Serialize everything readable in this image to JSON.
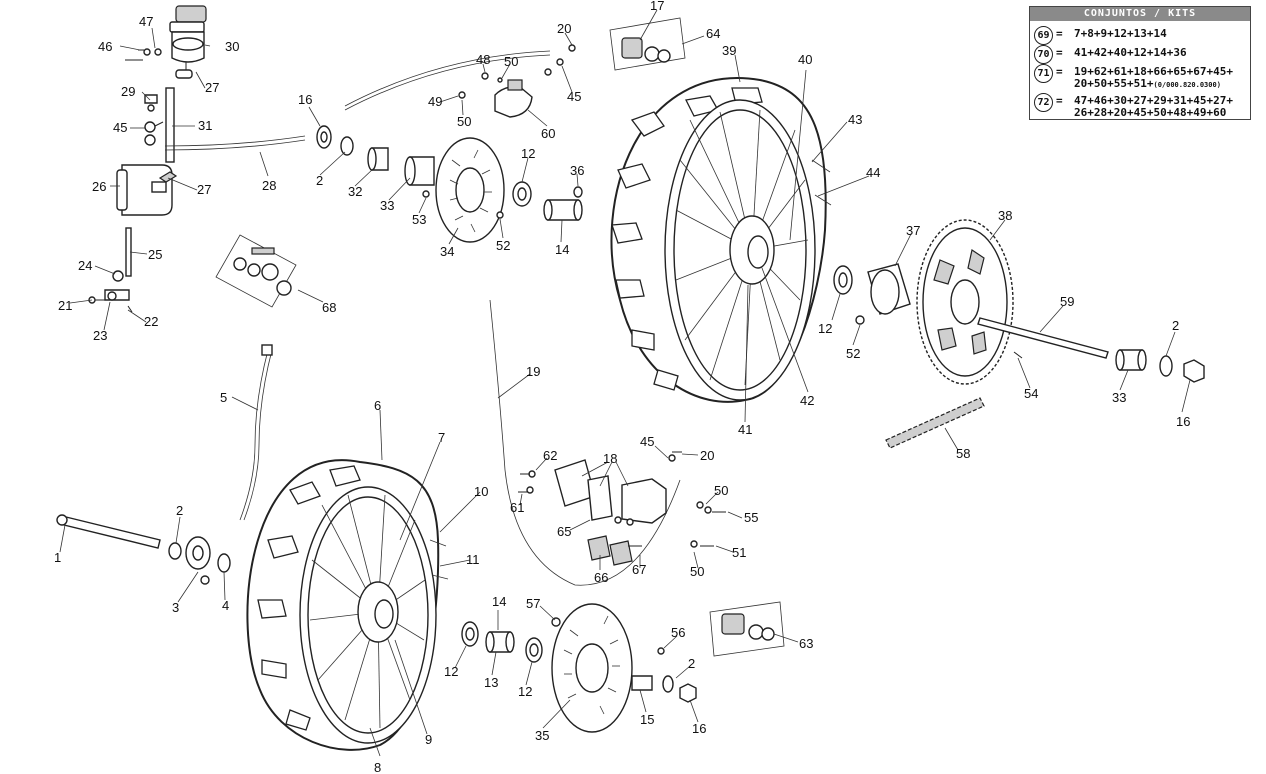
{
  "kits_table": {
    "title": "CONJUNTOS / KITS",
    "rows": [
      {
        "kit": "69",
        "eq": "=",
        "line1": "7+8+9+12+13+14",
        "line2": ""
      },
      {
        "kit": "70",
        "eq": "=",
        "line1": "41+42+40+12+14+36",
        "line2": ""
      },
      {
        "kit": "71",
        "eq": "=",
        "line1": "19+62+61+18+66+65+67+45+",
        "line2": "20+50+55+51+",
        "line2_ref": "(0/000.820.0300)"
      },
      {
        "kit": "72",
        "eq": "=",
        "line1": "47+46+30+27+29+31+45+27+",
        "line2": "26+28+20+45+50+48+49+60"
      }
    ]
  },
  "callouts": [
    "47",
    "46",
    "30",
    "27",
    "29",
    "45",
    "31",
    "27",
    "26",
    "28",
    "25",
    "24",
    "21",
    "23",
    "22",
    "16",
    "2",
    "32",
    "33",
    "53",
    "34",
    "48",
    "50",
    "49",
    "50",
    "60",
    "20",
    "45",
    "12",
    "52",
    "36",
    "14",
    "17",
    "64",
    "68",
    "39",
    "40",
    "43",
    "44",
    "41",
    "42",
    "37",
    "12",
    "52",
    "38",
    "59",
    "54",
    "2",
    "33",
    "16",
    "58",
    "5",
    "1",
    "2",
    "3",
    "4",
    "6",
    "7",
    "8",
    "9",
    "10",
    "11",
    "19",
    "62",
    "61",
    "18",
    "65",
    "66",
    "67",
    "45",
    "20",
    "50",
    "55",
    "51",
    "50",
    "14",
    "57",
    "12",
    "13",
    "12",
    "35",
    "56",
    "2",
    "15",
    "16",
    "63"
  ]
}
